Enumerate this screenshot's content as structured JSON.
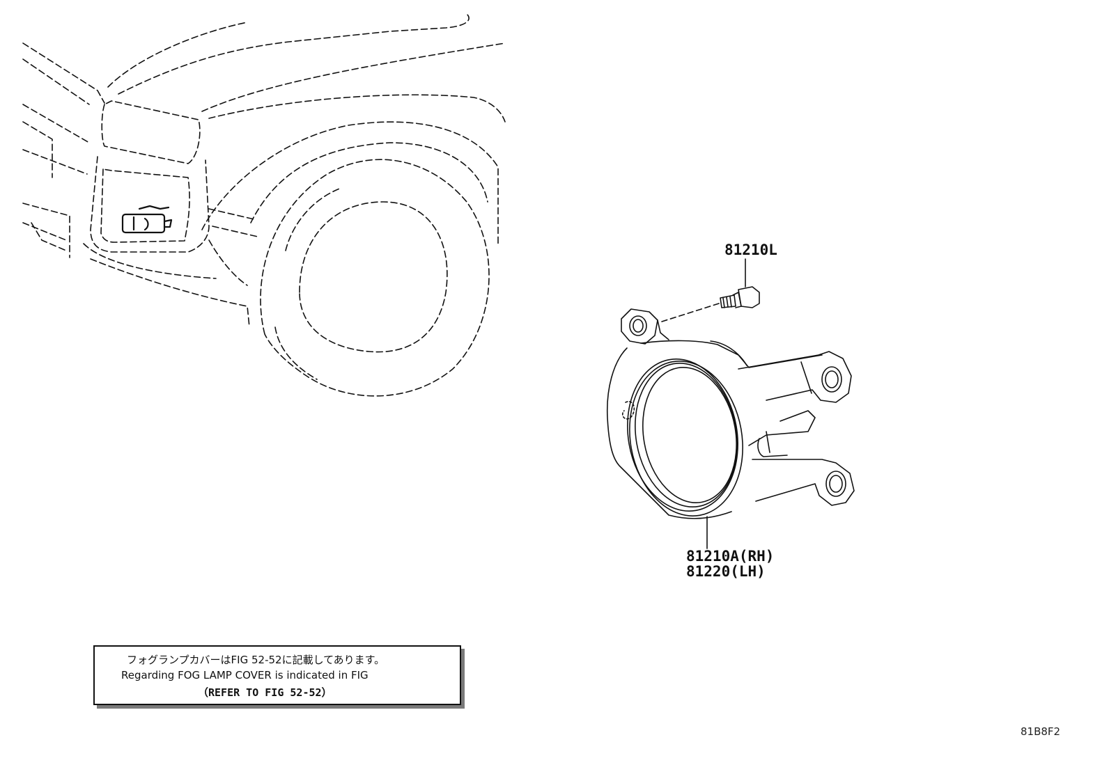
{
  "parts": {
    "bolt": "81210L",
    "lamp_rh": "81210A(RH)",
    "lamp_lh": "81220(LH)"
  },
  "note": {
    "line_jp": "フォグランプカバーはFIG 52-52に記載してあります。",
    "line_en": "Regarding FOG LAMP COVER is indicated in FIG",
    "line_ref": "（REFER TO FIG 52-52）"
  },
  "diagram_code": "81B8F2"
}
